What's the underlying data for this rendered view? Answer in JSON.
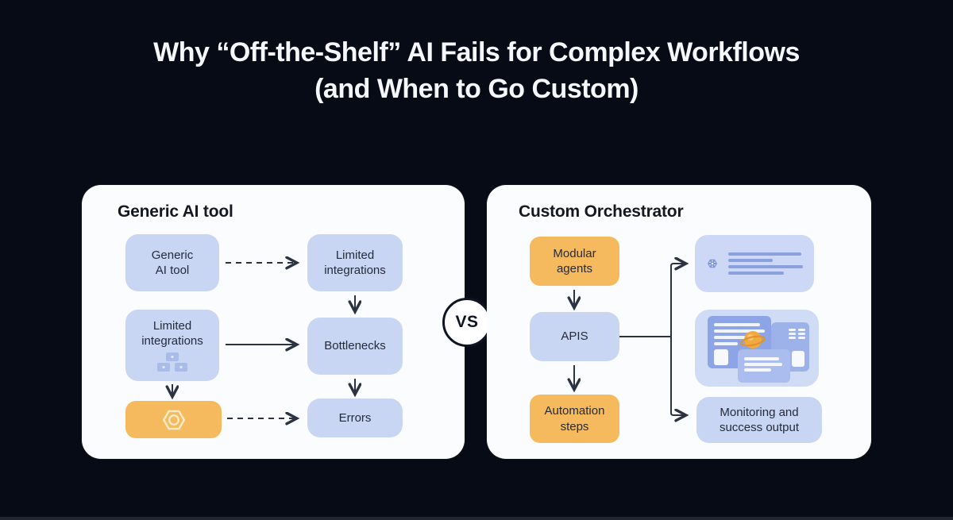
{
  "title": {
    "line1": "Why “Off-the-Shelf” AI Fails for Complex Workflows",
    "line2": "(and When to Go Custom)"
  },
  "vs_badge": "VS",
  "left_panel": {
    "heading": "Generic AI tool",
    "nodes": {
      "generic_ai_tool": "Generic\nAI tool",
      "limited_integrations_top": "Limited\nintegrations",
      "limited_integrations_mid": "Limited\nintegrations",
      "bottlenecks": "Bottlenecks",
      "errors": "Errors"
    },
    "icons": {
      "stacked_blocks": "stacked-blocks-icon",
      "hexagon_gear": "hexagon-gear-icon"
    }
  },
  "right_panel": {
    "heading": "Custom Orchestrator",
    "nodes": {
      "modular_agents": "Modular\nagents",
      "apis": "APIS",
      "automation_steps": "Automation\nsteps",
      "monitoring": "Monitoring and\nsuccess output"
    },
    "icons": {
      "network_hexagon": "network-hexagon-icon",
      "dashboard_illustration": "dashboard-illustration"
    }
  },
  "colors": {
    "background": "#070b15",
    "panel": "#fbfcfe",
    "node_blue": "#c8d5f3",
    "node_orange": "#f6ba5e",
    "title_white": "#f5f7fa",
    "arrow": "#2b3342"
  }
}
